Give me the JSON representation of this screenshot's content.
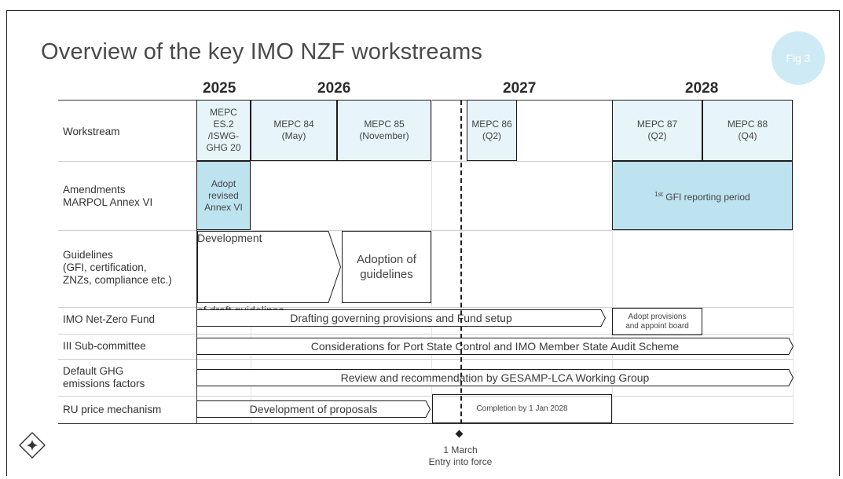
{
  "title": "Overview of the key IMO NZF workstreams",
  "fig_label": "Fig 3",
  "years": [
    "2025",
    "2026",
    "2027",
    "2028"
  ],
  "rows": {
    "workstream": "Workstream",
    "amendments_1": "Amendments",
    "amendments_2": "MARPOL Annex VI",
    "guidelines_1": "Guidelines",
    "guidelines_2": "(GFI, certification,",
    "guidelines_3": "ZNZs, compliance etc.)",
    "fund": "IMO Net-Zero Fund",
    "iii": "III Sub-committee",
    "ghg_1": "Default GHG",
    "ghg_2": "emissions factors",
    "ru": "RU price mechanism"
  },
  "workstream": {
    "mepc_es2_1": "MEPC",
    "mepc_es2_2": "ES.2",
    "mepc_es2_3": "/ISWG-",
    "mepc_es2_4": "GHG 20",
    "mepc84_1": "MEPC 84",
    "mepc84_2": "(May)",
    "mepc85_1": "MEPC 85",
    "mepc85_2": "(November)",
    "mepc86_1": "MEPC 86",
    "mepc86_2": "(Q2)",
    "mepc87_1": "MEPC 87",
    "mepc87_2": "(Q2)",
    "mepc88_1": "MEPC 88",
    "mepc88_2": "(Q4)"
  },
  "amendments": {
    "adopt_1": "Adopt",
    "adopt_2": "revised",
    "adopt_3": "Annex VI",
    "gfi_sup": "1st",
    "gfi": " GFI reporting period"
  },
  "guidelines": {
    "dev_1": "Development",
    "dev_2": "of draft guidelines",
    "adopt_1": "Adoption of",
    "adopt_2": "guidelines"
  },
  "fund": {
    "drafting": "Drafting governing provisions and Fund setup",
    "board_1": "Adopt provisions",
    "board_2": "and appoint board"
  },
  "iii": {
    "psc": "Considerations for Port State Control and IMO Member State Audit Scheme"
  },
  "ghg": {
    "review": "Review and recommendation by GESAMP-LCA Working Group"
  },
  "ru": {
    "dev": "Development of proposals",
    "completion": "Completion by 1 Jan 2028"
  },
  "milestone": {
    "date": "1 March",
    "label": "Entry into force"
  },
  "colors": {
    "light_blue": "#e7f5fb",
    "mid_blue": "#bde3f1",
    "fig_circle": "#cdeaf5"
  }
}
